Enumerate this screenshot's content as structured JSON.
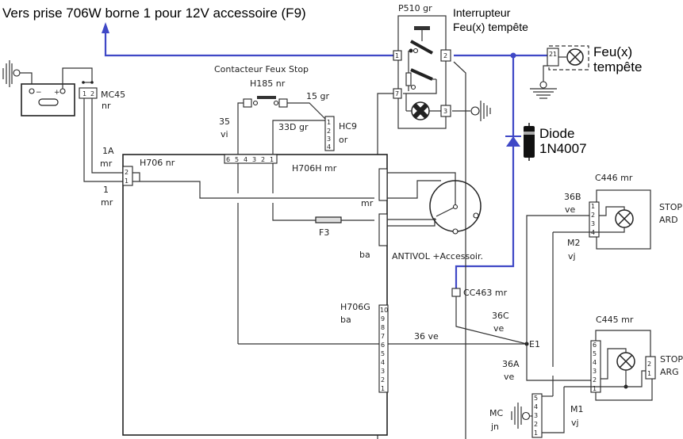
{
  "annotations": {
    "top_note": "Vers prise 706W borne 1 pour 12V accessoire (F9)",
    "switch_label_1": "Interrupteur",
    "switch_label_2": "Feu(x) tempête",
    "fog_lamp_1": "Feu(x)",
    "fog_lamp_2": "tempête",
    "diode_1": "Diode",
    "diode_2": "1N4007",
    "annotation_color": "#3f48c6"
  },
  "components": {
    "p510": "P510  gr",
    "brake_switch_title": "Contacteur Feux Stop",
    "h185": "H185  nr",
    "wire_15": "15  gr",
    "wire_35": "35",
    "wire_35_color": "vi",
    "wire_33d": "33D  gr",
    "hc9": "HC9",
    "hc9_color": "or",
    "mc45": "MC45",
    "mc45_color": "nr",
    "wire_1a": "1A",
    "wire_1a_color": "mr",
    "wire_1": "1",
    "wire_1_color": "mr",
    "h706": "H706  nr",
    "h706h": "H706H  mr",
    "h706h_side": "mr",
    "f3": "F3",
    "ba_label": "ba",
    "antivol": "ANTIVOL  +Accessoir.",
    "h706g": "H706G",
    "h706g_color": "ba",
    "wire_36": "36  ve",
    "cc463": "CC463  mr",
    "wire_36c": "36C",
    "wire_36c_color": "ve",
    "e1": "E1",
    "wire_36a": "36A",
    "wire_36a_color": "ve",
    "c446": "C446  mr",
    "wire_36b": "36B",
    "wire_36b_color": "ve",
    "stop_ard_1": "STOP",
    "stop_ard_2": "ARD",
    "wire_m2": "M2",
    "wire_m2_color": "vj",
    "c445": "C445  mr",
    "stop_arg_1": "STOP",
    "stop_arg_2": "ARG",
    "mc": "MC",
    "mc_color": "jn",
    "wire_m1": "M1",
    "wire_m1_color": "vj"
  },
  "pins": {
    "mc45": [
      "1",
      "2"
    ],
    "h706h_top": [
      "6",
      "5",
      "4",
      "3",
      "2",
      "1"
    ],
    "hc9": [
      "4",
      "3",
      "2",
      "1"
    ],
    "h706g": [
      "1",
      "2",
      "3",
      "4",
      "5",
      "6",
      "7",
      "8",
      "9",
      "10"
    ],
    "p510": [
      "1",
      "2",
      "7",
      "3"
    ],
    "c446": [
      "4",
      "3",
      "2",
      "1"
    ],
    "c445": [
      "1",
      "2",
      "3",
      "4",
      "5",
      "6"
    ],
    "mc": [
      "1",
      "2",
      "3",
      "4",
      "5"
    ]
  }
}
